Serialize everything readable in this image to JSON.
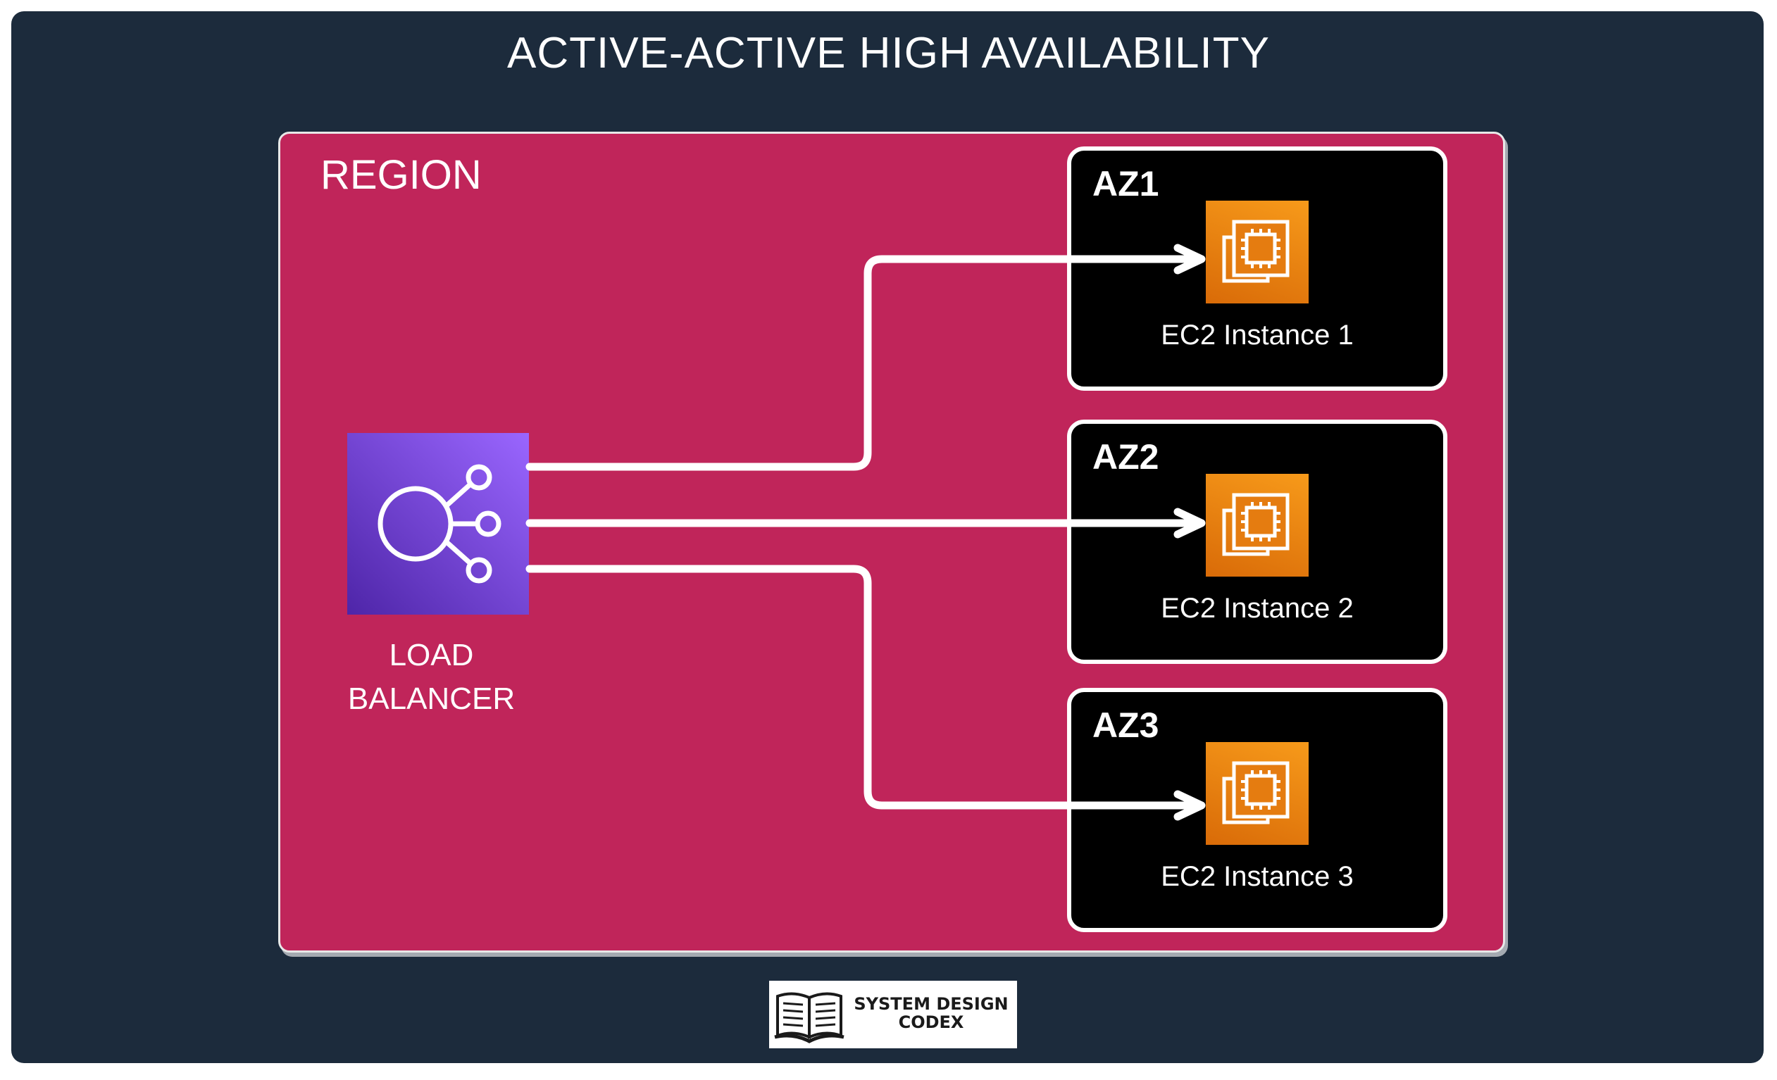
{
  "diagram": {
    "title": "ACTIVE-ACTIVE HIGH AVAILABILITY",
    "region": {
      "label": "REGION"
    },
    "load_balancer": {
      "label_line1": "LOAD",
      "label_line2": "BALANCER",
      "icon": "elastic-load-balancer-icon"
    },
    "availability_zones": [
      {
        "label": "AZ1",
        "instance": "EC2 Instance 1",
        "icon": "ec2-chip-icon"
      },
      {
        "label": "AZ2",
        "instance": "EC2 Instance 2",
        "icon": "ec2-chip-icon"
      },
      {
        "label": "AZ3",
        "instance": "EC2 Instance 3",
        "icon": "ec2-chip-icon"
      }
    ],
    "connections": [
      {
        "from": "load_balancer",
        "to": "AZ1"
      },
      {
        "from": "load_balancer",
        "to": "AZ2"
      },
      {
        "from": "load_balancer",
        "to": "AZ3"
      }
    ]
  },
  "logo": {
    "line1": "SYSTEM DESIGN",
    "line2": "CODEX",
    "icon": "open-book-icon"
  },
  "colors": {
    "background": "#1c2b3c",
    "region": "#c0255a",
    "az_box": "#000000",
    "ec2_orange": "#f28c12",
    "load_balancer_purple": "#7b4ae0",
    "lines": "#ffffff"
  }
}
